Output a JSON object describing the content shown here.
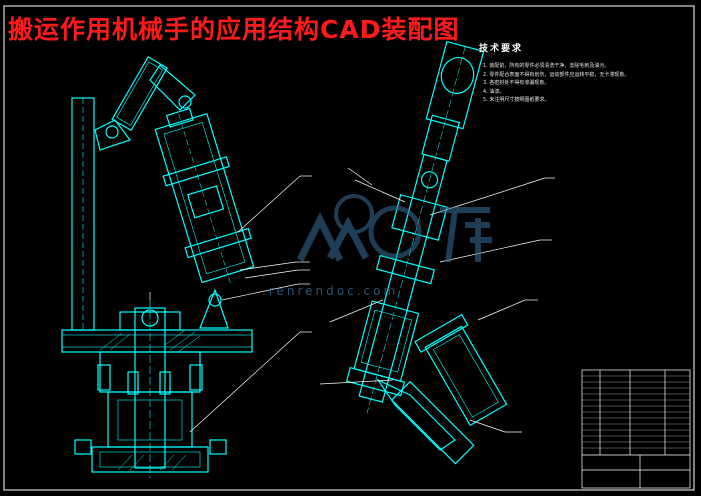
{
  "title": "搬运作用机械手的应用结构CAD装配图",
  "tech_requirements": {
    "heading": "技术要求",
    "notes": [
      "1. 装配前，所有的零件必须清洗干净，去除毛刺及油污。",
      "2. 零件配合表面不得有划伤，运动部件应运转平稳，无卡滞现象。",
      "3. 各密封处不得有渗漏现象。",
      "4. 油漆。",
      "5. 未注明尺寸按照图纸要求。"
    ]
  },
  "watermark": {
    "text": ".renrendoc.com"
  },
  "colors": {
    "background": "#000000",
    "title": "#ff1a1a",
    "geometry": "#00ffff",
    "leaders": "#ffffff",
    "watermark": "#3a6f9a"
  }
}
